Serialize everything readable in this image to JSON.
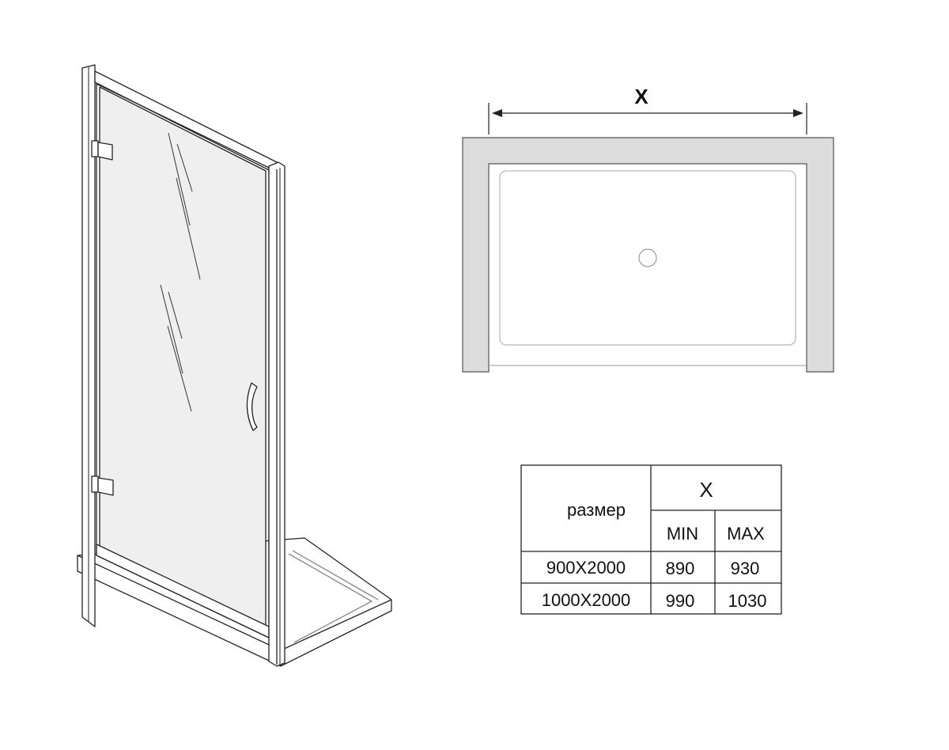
{
  "plan": {
    "dimension_label": "X"
  },
  "table": {
    "header_size": "размер",
    "header_x": "X",
    "header_min": "MIN",
    "header_max": "MAX",
    "rows": [
      {
        "size": "900X2000",
        "min": "890",
        "max": "930"
      },
      {
        "size": "1000X2000",
        "min": "990",
        "max": "1030"
      }
    ]
  },
  "colors": {
    "wall": "#dcdcdc",
    "glass": "#efefef",
    "line": "#222222"
  }
}
